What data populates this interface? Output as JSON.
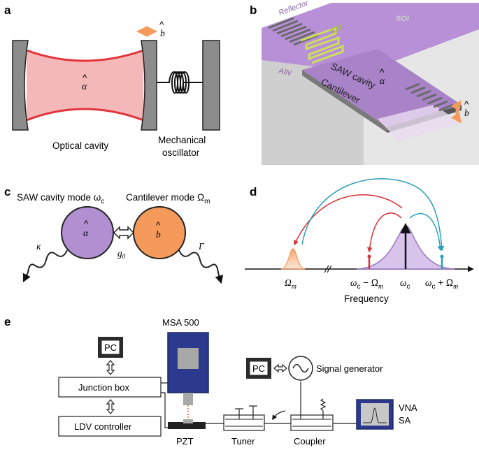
{
  "panels": {
    "a": {
      "letter": "a",
      "mode_symbol": "α",
      "phonon_symbol": "b",
      "hat": "^",
      "optical_label": "Optical cavity",
      "mech_label_1": "Mechanical",
      "mech_label_2": "oscillator"
    },
    "b": {
      "letter": "b",
      "reflector": "Reflector",
      "idt": "IDT",
      "soi": "SOI",
      "aln": "AlN",
      "saw_cavity": "SAW cavity",
      "cantilever": "Cantilever",
      "mode_symbol": "α",
      "phonon_symbol": "b",
      "hat": "^"
    },
    "c": {
      "letter": "c",
      "saw_mode": "SAW cavity mode ω",
      "saw_sub": "c",
      "cant_mode": "Cantilever mode Ω",
      "cant_sub": "m",
      "mode_symbol": "α",
      "phonon_symbol": "b",
      "hat": "^",
      "kappa": "κ",
      "g0": "g",
      "g0_sub": "0",
      "gamma": "Γ"
    },
    "d": {
      "letter": "d",
      "omega_m": "Ω",
      "omega_m_sub": "m",
      "lower_sb": "ω",
      "lower_sb_rest": " − Ω",
      "center": "ω",
      "upper_sb": "ω",
      "upper_sb_rest": " + Ω",
      "sub_c": "c",
      "sub_m": "m",
      "xlabel": "Frequency"
    },
    "e": {
      "letter": "e",
      "msa": "MSA 500",
      "pc1": "PC",
      "pc2": "PC",
      "junction": "Junction box",
      "ldv": "LDV controller",
      "signal_gen": "Signal generator",
      "pzt": "PZT",
      "tuner": "Tuner",
      "coupler": "Coupler",
      "vna": "VNA",
      "sa": "SA"
    }
  },
  "colors": {
    "cavity_fill": "#f5b8b8",
    "cavity_line": "#e2343a",
    "mirror": "#8c8c8c",
    "purple": "#b18fd0",
    "orange": "#f59a5b",
    "red_arrow": "#d8323a",
    "teal_arrow": "#2aa0b8",
    "navy": "#2b3a8c",
    "chip_purple": "#b890d8",
    "chip_grey": "#d6d6d6",
    "idt_green": "#cde05a"
  }
}
